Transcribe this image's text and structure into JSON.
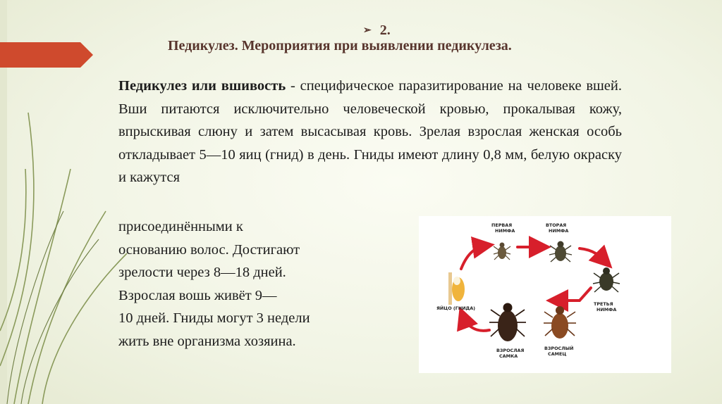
{
  "heading": {
    "number": "2.",
    "title": "Педикулез. Мероприятия при выявлении педикулеза."
  },
  "paragraph": {
    "term": "Педикулез или вшивость",
    "text_full": " - специфическое паразитирование на человеке   вшей. Вши питаются исключительно человеческой кровью, прокалывая кожу, впрыскивая слюну и затем высасывая кровь. Зрелая взрослая женская особь откладывает 5—10 яиц (гнид) в день. Гниды имеют длину 0,8 мм, белую окраску и кажутся",
    "lines_narrow": [
      "присоединёнными к",
      "основанию волос. Достигают",
      "зрелости через 8—18 дней.",
      "Взрослая вошь живёт 9—",
      "10 дней. Гниды могут 3 недели",
      "жить вне организма хозяина."
    ]
  },
  "lifecycle": {
    "stages": {
      "nymph1": [
        "ПЕРВАЯ",
        "НИМФА"
      ],
      "nymph2": [
        "ВТОРАЯ",
        "НИМФА"
      ],
      "nymph3": [
        "ТРЕТЬЯ",
        "НИМФА"
      ],
      "female": [
        "ВЗРОСЛАЯ",
        "САМКА"
      ],
      "male": [
        "ВЗРОСЛЫЙ",
        "САМЕЦ"
      ],
      "egg": [
        "ЯЙЦО (ГНИДА)"
      ]
    },
    "arrow_color": "#d71f2b"
  }
}
